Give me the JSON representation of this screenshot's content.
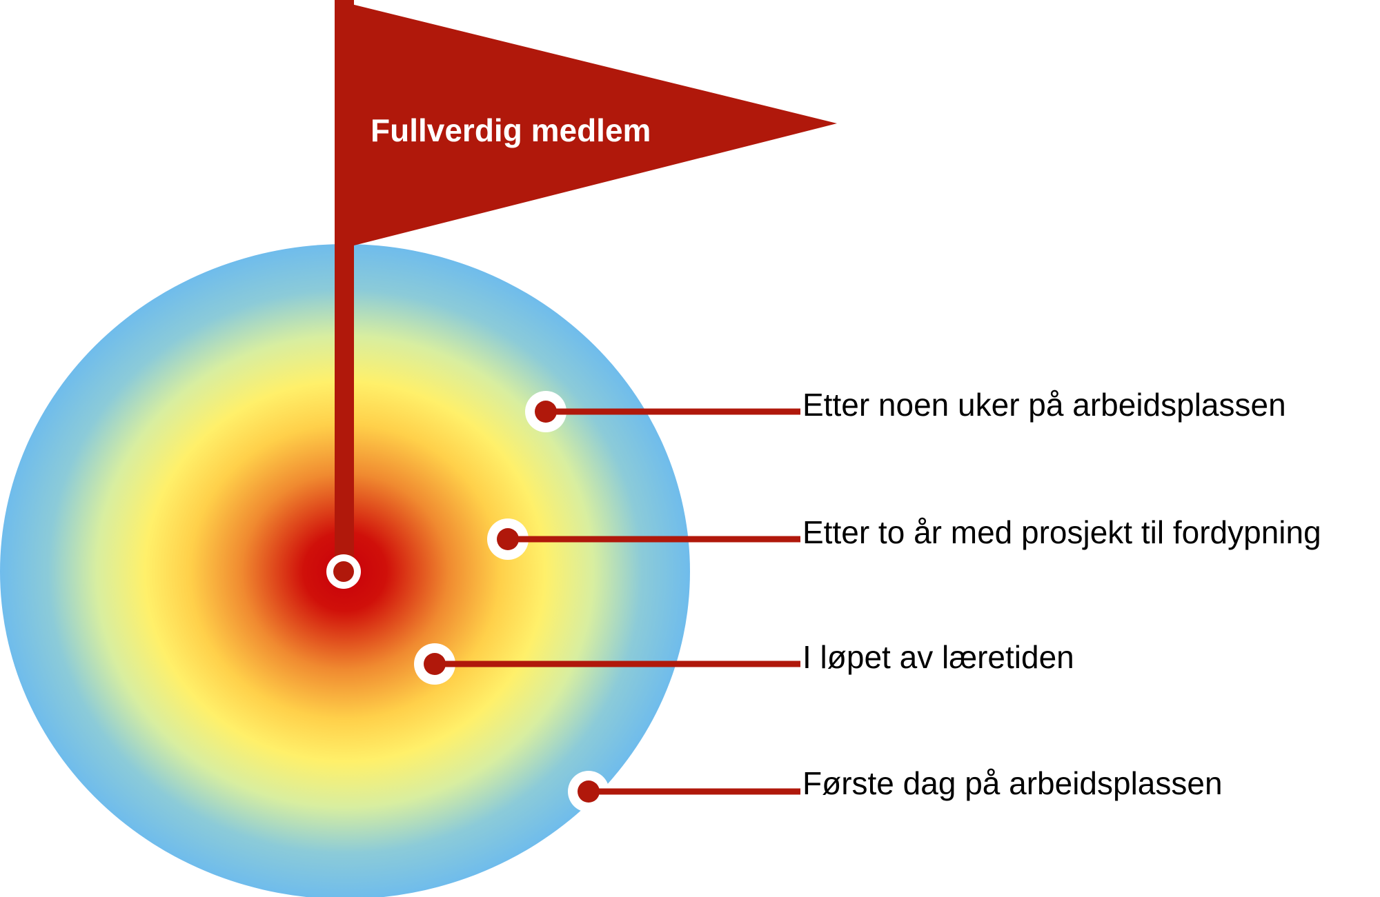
{
  "flag": {
    "label": "Fullverdig medlem",
    "color": "#b0180b"
  },
  "stages": [
    {
      "label": "Etter noen uker på arbeidsplassen"
    },
    {
      "label": "Etter to år med prosjekt til fordypning"
    },
    {
      "label": "I løpet av læretiden"
    },
    {
      "label": "Første dag på arbeidsplassen"
    }
  ],
  "colors": {
    "center": "#c8000a",
    "mid": "#ffee66",
    "outer": "#6fbcec",
    "marker": "#b0180b"
  }
}
